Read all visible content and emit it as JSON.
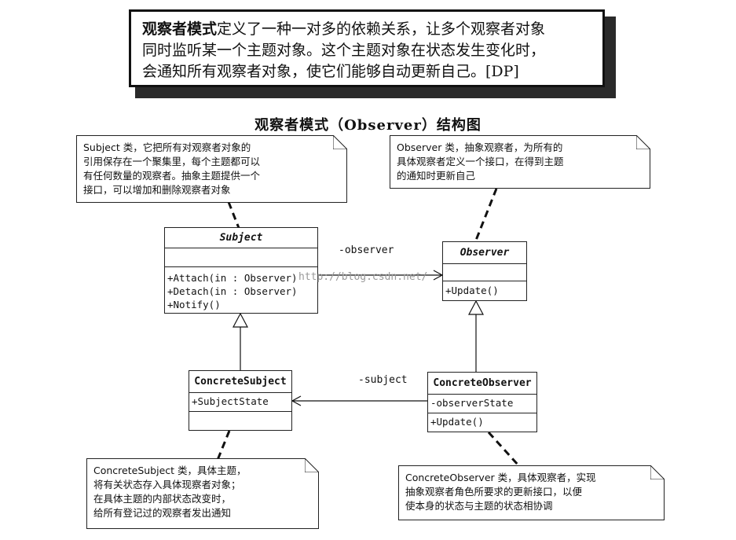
{
  "definition": {
    "line1_bold": "观察者模式",
    "line1_rest": "定义了一种一对多的依赖关系，让多个观察者对象",
    "line2": "同时监听某一个主题对象。这个主题对象在状态发生变化时，",
    "line3": "会通知所有观察者对象，使它们能够自动更新自己。[DP]"
  },
  "diagram_title": "观察者模式（Observer）结构图",
  "notes": {
    "subject": [
      "Subject 类，它把所有对观察者对象的",
      "引用保存在一个聚集里，每个主题都可以",
      "有任何数量的观察者。抽象主题提供一个",
      "接口，可以增加和删除观察者对象"
    ],
    "observer": [
      "Observer 类，抽象观察者，为所有的",
      "具体观察者定义一个接口，在得到主题",
      "的通知时更新自己"
    ],
    "concrete_subject": [
      "ConcreteSubject 类，具体主题，",
      "将有关状态存入具体现察者对象；",
      "在具体主题的内部状态改变时，",
      "给所有登记过的观察者发出通知"
    ],
    "concrete_observer": [
      "ConcreteObserver 类，具体观察者，实现",
      "抽象观察者角色所要求的更新接口，以便",
      "使本身的状态与主题的状态相协调"
    ]
  },
  "classes": {
    "subject": {
      "name": "Subject",
      "methods": [
        "+Attach(in  : Observer)",
        "+Detach(in  : Observer)",
        "+Notify()"
      ]
    },
    "observer": {
      "name": "Observer",
      "methods": [
        "+Update()"
      ]
    },
    "concrete_subject": {
      "name": "ConcreteSubject",
      "attributes": [
        "+SubjectState"
      ]
    },
    "concrete_observer": {
      "name": "ConcreteObserver",
      "attributes": [
        "-observerState"
      ],
      "methods": [
        "+Update()"
      ]
    }
  },
  "associations": {
    "observer_label": "-observer",
    "subject_label": "-subject"
  },
  "watermark": "http://blog.csdn.net/"
}
